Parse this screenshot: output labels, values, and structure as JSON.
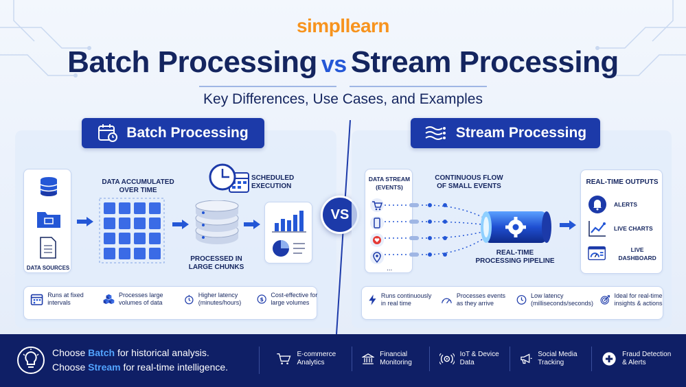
{
  "logo": {
    "part1": "simpl",
    "part2": "learn"
  },
  "title": {
    "left": "Batch Processing",
    "vs": "vs",
    "right": "Stream Processing"
  },
  "subtitle": "Key Differences, Use Cases, and Examples",
  "batch": {
    "banner": "Batch Processing",
    "sources_label": "DATA SOURCES",
    "accumulated_label": "DATA ACCUMULATED OVER TIME",
    "scheduled_label": "SCHEDULED EXECUTION",
    "chunks_label": "PROCESSED IN LARGE CHUNKS",
    "features": [
      {
        "icon": "calendar-icon",
        "text": "Runs at fixed intervals"
      },
      {
        "icon": "cubes-icon",
        "text": "Processes large volumes of data"
      },
      {
        "icon": "stopwatch-icon",
        "text": "Higher latency (minutes/hours)"
      },
      {
        "icon": "dollar-icon",
        "text": "Cost-effective for large volumes"
      }
    ]
  },
  "vs_badge": "VS",
  "stream": {
    "banner": "Stream Processing",
    "events_label": "DATA STREAM (EVENTS)",
    "flow_label": "CONTINUOUS FLOW OF SMALL EVENTS",
    "pipeline_label": "REAL-TIME PROCESSING PIPELINE",
    "ellipsis": "...",
    "outputs_title": "REAL-TIME OUTPUTS",
    "outputs": [
      {
        "icon": "bell-icon",
        "text": "ALERTS"
      },
      {
        "icon": "line-chart-icon",
        "text": "LIVE CHARTS"
      },
      {
        "icon": "dashboard-icon",
        "text": "LIVE DASHBOARD"
      }
    ],
    "features": [
      {
        "icon": "lightning-icon",
        "text": "Runs continuously in real time"
      },
      {
        "icon": "speedometer-icon",
        "text": "Processes events as they arrive"
      },
      {
        "icon": "clock-icon",
        "text": "Low latency (milliseconds/seconds)"
      },
      {
        "icon": "target-icon",
        "text": "Ideal for real-time insights & actions"
      }
    ]
  },
  "footer": {
    "choose1_a": "Choose ",
    "choose1_b": "Batch",
    "choose1_c": " for historical analysis.",
    "choose2_a": "Choose ",
    "choose2_b": "Stream",
    "choose2_c": " for real-time intelligence.",
    "uses": [
      {
        "icon": "cart-icon",
        "text": "E-commerce Analytics"
      },
      {
        "icon": "bank-icon",
        "text": "Financial Monitoring"
      },
      {
        "icon": "iot-icon",
        "text": "IoT & Device Data"
      },
      {
        "icon": "megaphone-icon",
        "text": "Social Media Tracking"
      },
      {
        "icon": "shield-plus-icon",
        "text": "Fraud Detection & Alerts"
      }
    ]
  },
  "colors": {
    "navy": "#14255f",
    "brand_blue": "#1c3aa9",
    "accent": "#2457d6",
    "orange": "#f7931e",
    "footer": "#0f1f66"
  }
}
